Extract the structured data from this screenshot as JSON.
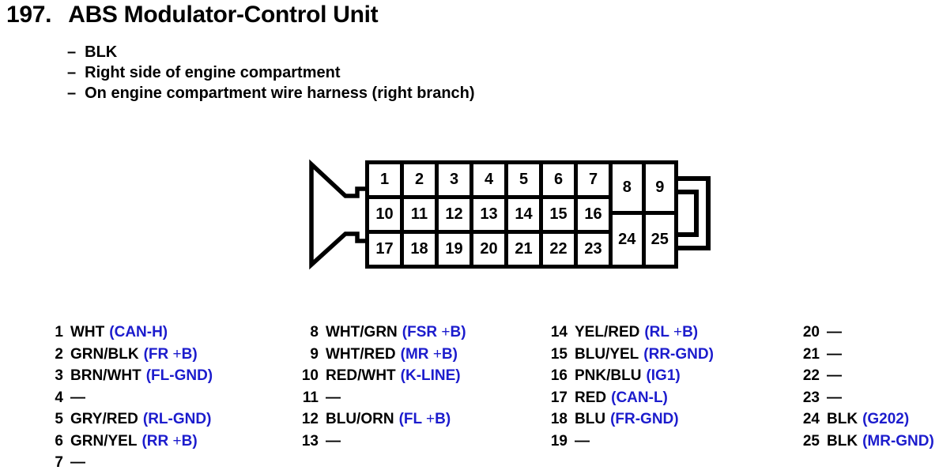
{
  "page": {
    "title_number": "197.",
    "title": "ABS Modulator-Control Unit",
    "bullet_dash": "–",
    "bullets": [
      "BLK",
      "Right side of engine compartment",
      "On engine compartment wire harness (right branch)"
    ]
  },
  "connector": {
    "main_grid_rows": [
      [
        "1",
        "2",
        "3",
        "4",
        "5",
        "6",
        "7"
      ],
      [
        "10",
        "11",
        "12",
        "13",
        "14",
        "15",
        "16"
      ],
      [
        "17",
        "18",
        "19",
        "20",
        "21",
        "22",
        "23"
      ]
    ],
    "right_grid_rows": [
      [
        "8",
        "9"
      ],
      [
        "24",
        "25"
      ]
    ]
  },
  "pin_table": {
    "empty_marker": "—",
    "columns": [
      {
        "pins": [
          {
            "num": "1",
            "wire": "WHT",
            "signal": "(CAN-H)"
          },
          {
            "num": "2",
            "wire": "GRN/BLK",
            "signal": "(FR +B)"
          },
          {
            "num": "3",
            "wire": "BRN/WHT",
            "signal": "(FL-GND)"
          },
          {
            "num": "4",
            "wire": "",
            "signal": ""
          },
          {
            "num": "5",
            "wire": "GRY/RED",
            "signal": "(RL-GND)"
          },
          {
            "num": "6",
            "wire": "GRN/YEL",
            "signal": "(RR +B)"
          },
          {
            "num": "7",
            "wire": "",
            "signal": ""
          }
        ]
      },
      {
        "pins": [
          {
            "num": "8",
            "wire": "WHT/GRN",
            "signal": "(FSR +B)"
          },
          {
            "num": "9",
            "wire": "WHT/RED",
            "signal": "(MR +B)"
          },
          {
            "num": "10",
            "wire": "RED/WHT",
            "signal": "(K-LINE)"
          },
          {
            "num": "11",
            "wire": "",
            "signal": ""
          },
          {
            "num": "12",
            "wire": "BLU/ORN",
            "signal": "(FL +B)"
          },
          {
            "num": "13",
            "wire": "",
            "signal": ""
          }
        ]
      },
      {
        "pins": [
          {
            "num": "14",
            "wire": "YEL/RED",
            "signal": "(RL +B)"
          },
          {
            "num": "15",
            "wire": "BLU/YEL",
            "signal": "(RR-GND)"
          },
          {
            "num": "16",
            "wire": "PNK/BLU",
            "signal": "(IG1)"
          },
          {
            "num": "17",
            "wire": "RED",
            "signal": "(CAN-L)"
          },
          {
            "num": "18",
            "wire": "BLU",
            "signal": "(FR-GND)"
          },
          {
            "num": "19",
            "wire": "",
            "signal": ""
          }
        ]
      },
      {
        "pins": [
          {
            "num": "20",
            "wire": "",
            "signal": ""
          },
          {
            "num": "21",
            "wire": "",
            "signal": ""
          },
          {
            "num": "22",
            "wire": "",
            "signal": ""
          },
          {
            "num": "23",
            "wire": "",
            "signal": ""
          },
          {
            "num": "24",
            "wire": "BLK",
            "signal": "(G202)"
          },
          {
            "num": "25",
            "wire": "BLK",
            "signal": "(MR-GND)"
          }
        ]
      }
    ]
  },
  "colors": {
    "signal_blue": "#1c1ccd",
    "ink": "#000000"
  }
}
